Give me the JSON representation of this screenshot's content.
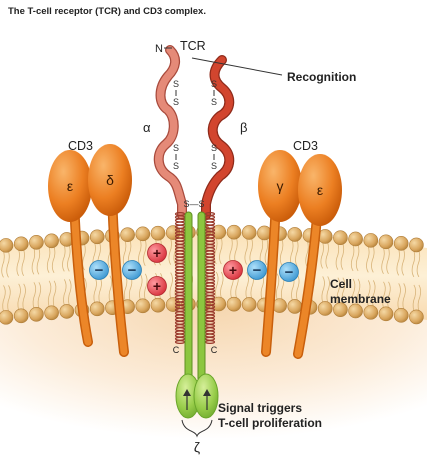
{
  "title": "The T-cell receptor (TCR) and CD3 complex.",
  "labels": {
    "tcr": "TCR",
    "n_terminus": "N",
    "recognition": "Recognition",
    "cd3_left": "CD3",
    "cd3_right": "CD3",
    "membrane_line1": "Cell",
    "membrane_line2": "membrane",
    "signal_line1": "Signal triggers",
    "signal_line2": "T-cell proliferation",
    "c_left": "C",
    "c_right": "C",
    "disulfide_mid": "S—S"
  },
  "chains": {
    "alpha": "α",
    "beta": "β",
    "epsilon_left": "ε",
    "delta": "δ",
    "gamma": "γ",
    "epsilon_right": "ε",
    "zeta": "ζ"
  },
  "disulfides": {
    "alpha_upper_top": "S",
    "alpha_upper_bottom": "S",
    "alpha_lower_top": "S",
    "alpha_lower_bottom": "S",
    "beta_upper_top": "S",
    "beta_upper_bottom": "S",
    "beta_lower_top": "S",
    "beta_lower_bottom": "S"
  },
  "charges": {
    "minus": "−",
    "plus": "+"
  },
  "colors": {
    "tcr_alpha": "#e58a78",
    "tcr_beta": "#d2452e",
    "cd3": "#ea7a1c",
    "zeta": "#8cc63f",
    "membrane_head": "#d9a65e",
    "positive_charge": "#e8434b",
    "negative_charge": "#4aa6dc"
  }
}
